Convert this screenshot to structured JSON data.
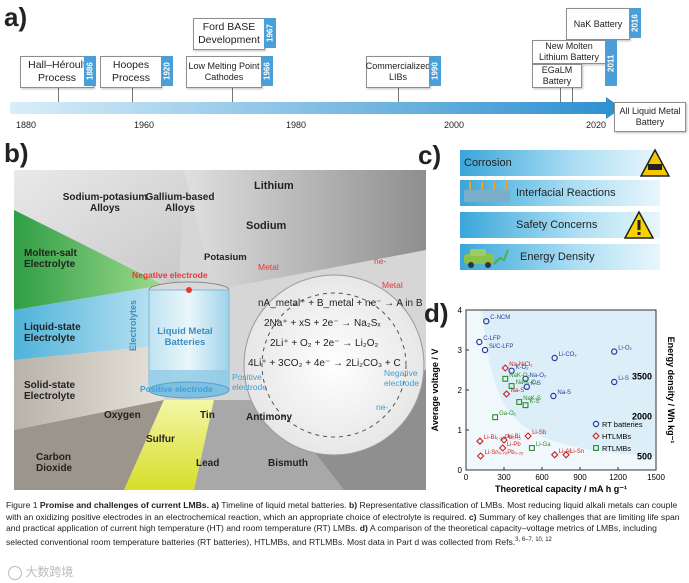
{
  "panel_a": {
    "letter": "a)",
    "axis_years": [
      "1880",
      "1960",
      "1980",
      "2000",
      "2020"
    ],
    "events": [
      {
        "label": "Hall–Héroult Process",
        "year": "1886"
      },
      {
        "label": "Hoopes Process",
        "year": "1920"
      },
      {
        "label": "Ford BASE Development",
        "year": "1967"
      },
      {
        "label": "Low Melting Point Cathodes",
        "year": "1966"
      },
      {
        "label": "Commercialized LIBs",
        "year": "1990"
      },
      {
        "label": "NaK Battery",
        "year": "2016"
      },
      {
        "label": "New Molten Lithium Battery",
        "year": "2011"
      },
      {
        "label": "EGaLM Battery",
        "year": ""
      },
      {
        "label": "All Liquid Metal Battery",
        "year": ""
      }
    ]
  },
  "panel_b": {
    "letter": "b)",
    "left_labels": [
      "Molten-salt Electrolyte",
      "Liquid-state Electrolyte",
      "Solid-state Electrolyte",
      "Carbon Dioxide"
    ],
    "top_labels": [
      "Sodium-potasium Alloys",
      "Gallium-based Alloys",
      "Lithium",
      "Sodium",
      "Potasium"
    ],
    "bottom_labels": [
      "Oxygen",
      "Sulfur",
      "Tin",
      "Antimony",
      "Lead",
      "Bismuth"
    ],
    "negative_electrode": "Negative electrode",
    "positive_electrode": "Positive electrode",
    "electrolytes": "Electrolytes",
    "battery_label": "Liquid Metal Batteries",
    "circle": {
      "metal_left": "Metal",
      "metal_right": "Metal",
      "ne_top": "ne-",
      "ne_bottom": "ne-",
      "positive": "Positive electrode",
      "negative": "Negative electrode",
      "reactions": [
        "nA_metal⁺ + B_metal + ne⁻ → A in B",
        "2Na⁺ + xS + 2e⁻ → Na₂Sₓ",
        "2Li⁺ + O₂ + 2e⁻ → Li₂O₂",
        "4Li⁺ + 3CO₂ + 4e⁻ → 2Li₂CO₃ + C"
      ]
    }
  },
  "panel_c": {
    "letter": "c)",
    "items": [
      "Corrosion",
      "Interfacial Reactions",
      "Safety Concerns",
      "Energy Density"
    ]
  },
  "panel_d": {
    "letter": "d)",
    "chart_data": {
      "type": "scatter",
      "xlabel": "Theoretical capacity / mA h g⁻¹",
      "ylabel": "Average voltage / V",
      "y2label": "Energy density / Wh kg⁻¹",
      "xlim": [
        0,
        1500
      ],
      "ylim": [
        0,
        4
      ],
      "xticks": [
        0,
        300,
        600,
        900,
        1200,
        1500
      ],
      "yticks": [
        0,
        1,
        2,
        3,
        4
      ],
      "energy_contours": [
        500,
        2000,
        3500
      ],
      "legend": [
        "RT batteries",
        "HTLMBs",
        "RTLMBs"
      ],
      "series": [
        {
          "name": "RT batteries",
          "color": "#2a3d9c",
          "marker": "circle",
          "points": [
            {
              "label": "C-NCM",
              "x": 160,
              "y": 3.72
            },
            {
              "label": "C-LFP",
              "x": 105,
              "y": 3.2
            },
            {
              "label": "Si/C-LFP",
              "x": 150,
              "y": 3.0
            },
            {
              "label": "K-O₂",
              "x": 360,
              "y": 2.48
            },
            {
              "label": "Na-O₂",
              "x": 470,
              "y": 2.28
            },
            {
              "label": "K-S",
              "x": 480,
              "y": 2.08
            },
            {
              "label": "Li-CO₂",
              "x": 700,
              "y": 2.8
            },
            {
              "label": "Na-S",
              "x": 690,
              "y": 1.85
            },
            {
              "label": "Li-O₂",
              "x": 1170,
              "y": 2.96
            },
            {
              "label": "Li-S",
              "x": 1170,
              "y": 2.2
            }
          ]
        },
        {
          "name": "HTLMBs",
          "color": "#cc2222",
          "marker": "diamond",
          "points": [
            {
              "label": "Na-NiCl₂",
              "x": 310,
              "y": 2.55
            },
            {
              "label": "Na-S",
              "x": 320,
              "y": 1.9
            },
            {
              "label": "Li-Bi₀.₂₅Pb₀.₇₅",
              "x": 110,
              "y": 0.72
            },
            {
              "label": "Li-Bi",
              "x": 300,
              "y": 0.75
            },
            {
              "label": "Li-Sb",
              "x": 490,
              "y": 0.85
            },
            {
              "label": "Li-Pb",
              "x": 290,
              "y": 0.55
            },
            {
              "label": "Li-Sn₀.₇₅Pb₀.₂₅",
              "x": 115,
              "y": 0.35
            },
            {
              "label": "Li-Al",
              "x": 700,
              "y": 0.38
            },
            {
              "label": "Li-Sn",
              "x": 790,
              "y": 0.38
            }
          ]
        },
        {
          "name": "RTLMBs",
          "color": "#2e8b2e",
          "marker": "square",
          "points": [
            {
              "label": "NaK-O₂",
              "x": 310,
              "y": 2.28
            },
            {
              "label": "Na-K-O₂",
              "x": 360,
              "y": 2.1
            },
            {
              "label": "NaK-S",
              "x": 420,
              "y": 1.7
            },
            {
              "label": "K-S",
              "x": 470,
              "y": 1.62
            },
            {
              "label": "Ga-O₂",
              "x": 230,
              "y": 1.32
            },
            {
              "label": "Li-Ga",
              "x": 520,
              "y": 0.55
            }
          ]
        }
      ]
    }
  },
  "caption": {
    "fig": "Figure 1",
    "title": "Promise and challenges of current LMBs.",
    "a": "a)",
    "a_text": "Timeline of liquid metal batteries.",
    "b": "b)",
    "b_text": "Representative classification of LMBs. Most reducing liquid alkali metals can couple with an oxidizing positive electrodes in an electrochemical reaction, which an appropriate choice of electrolyte is required.",
    "c": "c)",
    "c_text": "Summary of key challenges that are limiting life span and practical application of current high temperature (HT) and room temperature (RT) LMBs.",
    "d": "d)",
    "d_text": "A comparison of the theoretical capacity–voltage metrics of LMBs, including selected conventional room temperature batteries (RT batteries), HTLMBs, and RTLMBs. Most data in Part d was collected from Refs.",
    "refs": "3, 6–7, 10, 12",
    "watermark": "大数跨境"
  }
}
